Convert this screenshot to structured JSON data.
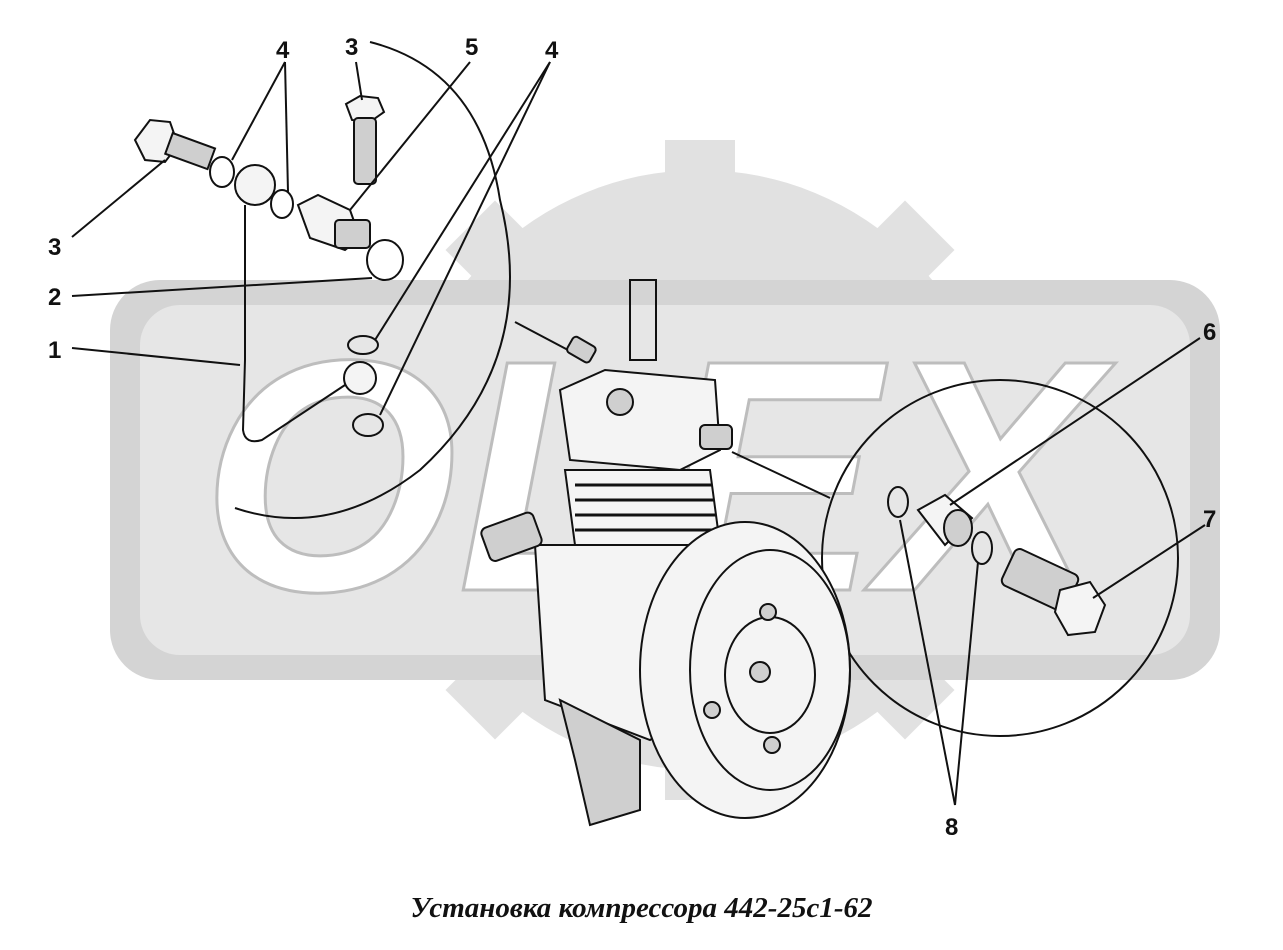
{
  "caption": "Установка компрессора 442-25с1-62",
  "callouts": {
    "c1": "1",
    "c2": "2",
    "c3a": "3",
    "c3b": "3",
    "c4a": "4",
    "c4b": "4",
    "c5": "5",
    "c6": "6",
    "c7": "7",
    "c8": "8"
  },
  "watermark": {
    "text": "OLEX",
    "color": "#d9d9d9"
  },
  "icons": {
    "watermark_gear": "gear-icon"
  }
}
